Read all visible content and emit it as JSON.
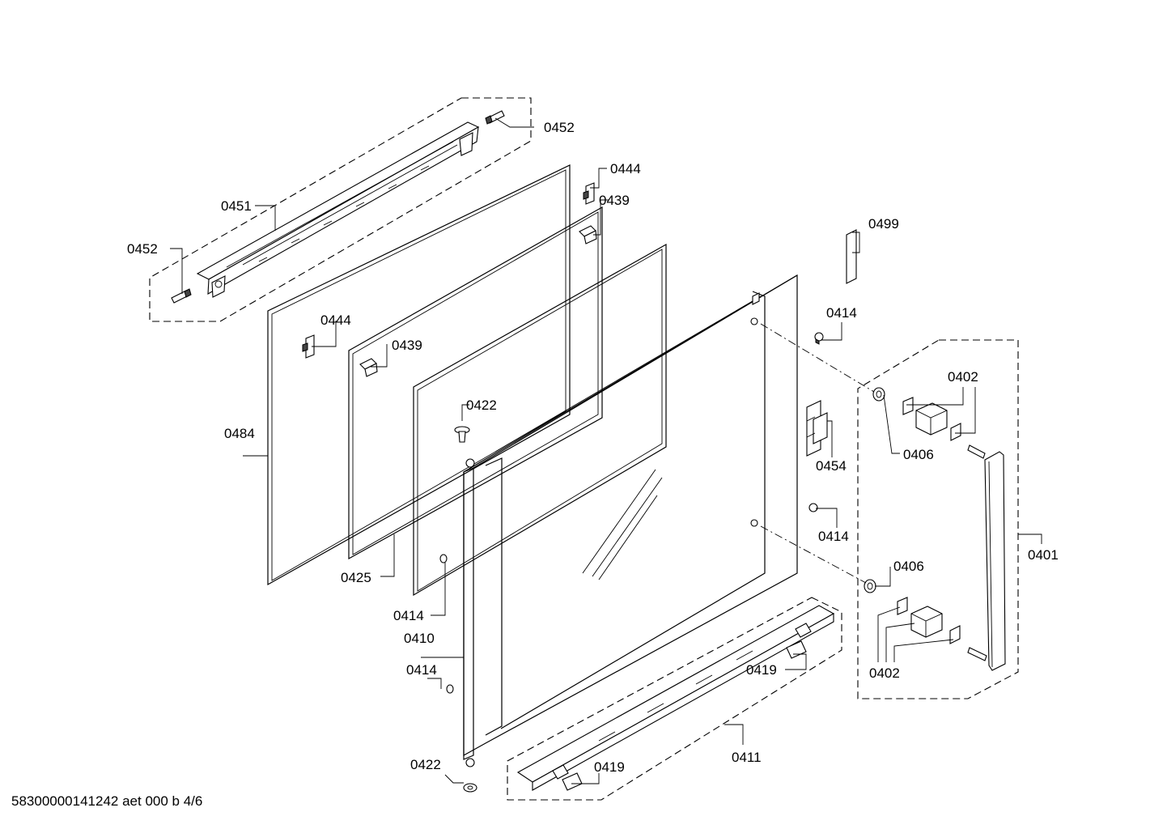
{
  "diagram": {
    "callouts": {
      "c0452_top": "0452",
      "c0451": "0451",
      "c0452_left": "0452",
      "c0444_top": "0444",
      "c0439_top": "0439",
      "c0499": "0499",
      "c0444_left": "0444",
      "c0439_left": "0439",
      "c0414_top": "0414",
      "c0402_top": "0402",
      "c0422_mid": "0422",
      "c0484": "0484",
      "c0406_top": "0406",
      "c0454": "0454",
      "c0414_right": "0414",
      "c0401": "0401",
      "c0406_bottom": "0406",
      "c0425": "0425",
      "c0414_mid": "0414",
      "c0410": "0410",
      "c0414_low": "0414",
      "c0419_right": "0419",
      "c0402_bottom": "0402",
      "c0411": "0411",
      "c0422_bottom": "0422",
      "c0419_bottom": "0419"
    },
    "footer_code": "58300000141242 aet 000 b 4/6"
  }
}
